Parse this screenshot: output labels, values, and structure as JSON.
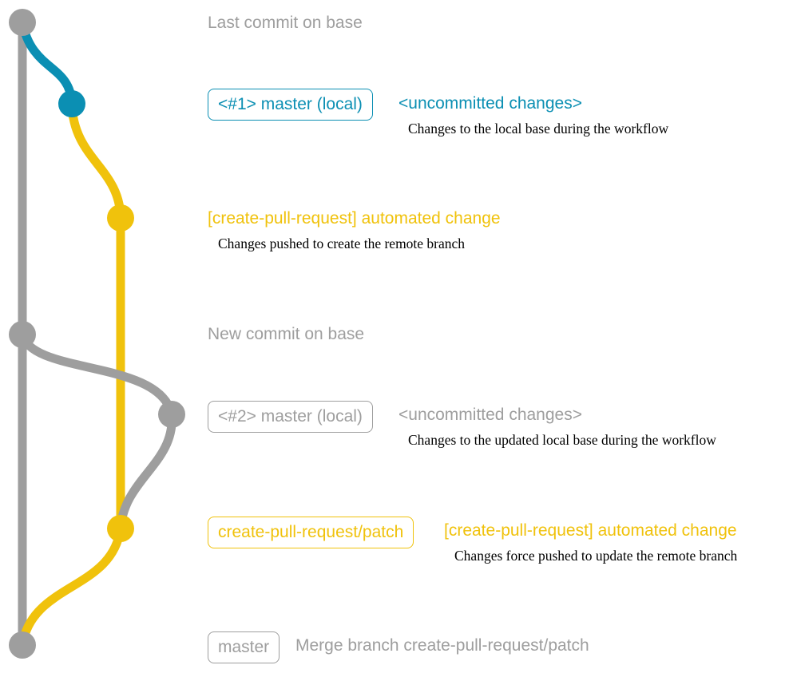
{
  "colors": {
    "base": "#9e9e9e",
    "local": "#0b8fb3",
    "pr": "#f0c20c",
    "text_gray": "#9e9e9e",
    "desc": "#000000"
  },
  "commits": {
    "last_base": {
      "message": "Last commit on base"
    },
    "local_1": {
      "ref": "<#1> master (local)",
      "message": "<uncommitted changes>",
      "description": "Changes to the local base during the workflow"
    },
    "pr_1": {
      "message": "[create-pull-request] automated change",
      "description": "Changes pushed to create the remote branch"
    },
    "new_base": {
      "message": "New commit on base"
    },
    "local_2": {
      "ref": "<#2> master (local)",
      "message": "<uncommitted changes>",
      "description": "Changes to the updated local base during the workflow"
    },
    "pr_2": {
      "ref": "create-pull-request/patch",
      "message": "[create-pull-request] automated change",
      "description": "Changes force pushed to update the remote branch"
    },
    "merge": {
      "ref": "master",
      "message": "Merge branch create-pull-request/patch"
    }
  }
}
